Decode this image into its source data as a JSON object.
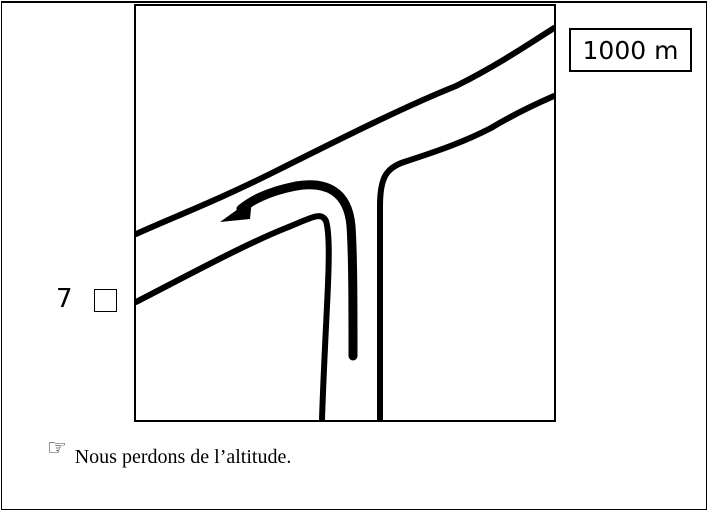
{
  "altitude_label": "1000 m",
  "item_number": "7",
  "statement_text": "Nous perdons de l’altitude.",
  "icons": {
    "statement_marker": "pointing-hand-icon",
    "statement_marker_glyph": "☞"
  },
  "colors": {
    "line": "#000000",
    "background": "#ffffff"
  }
}
